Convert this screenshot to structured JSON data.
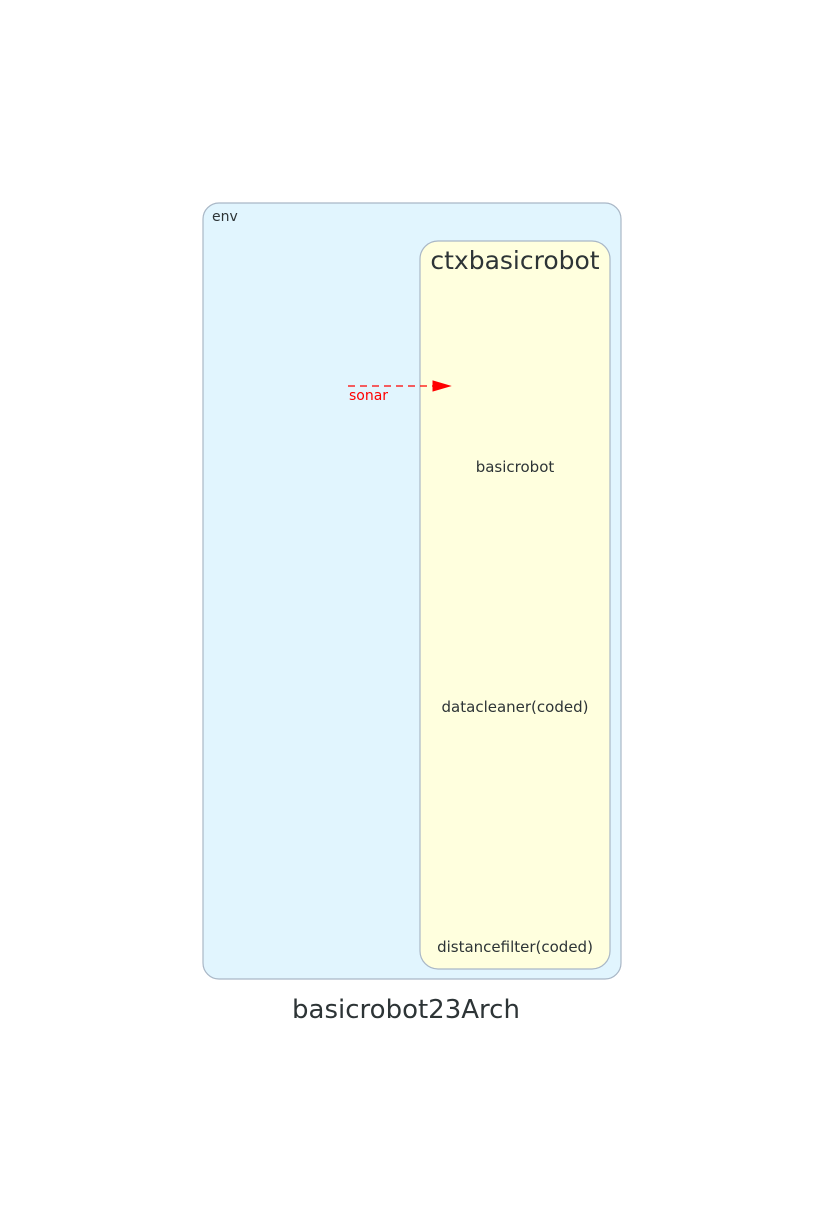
{
  "graph": {
    "title": "basicrobot23Arch"
  },
  "clusters": {
    "env": {
      "label": "env"
    },
    "context": {
      "label": "ctxbasicrobot"
    }
  },
  "nodes": [
    {
      "label": "basicrobot"
    },
    {
      "label": "datacleaner(coded)"
    },
    {
      "label": "distancefilter(coded)"
    }
  ],
  "edges": [
    {
      "label": "sonar",
      "style": "dashed",
      "color": "#ff0000"
    }
  ],
  "colors": {
    "env_fill": "#e1f5fe",
    "context_fill": "#ffffde",
    "border": "#a9b7c6",
    "text": "#2d3436",
    "edge": "#ff0000"
  }
}
